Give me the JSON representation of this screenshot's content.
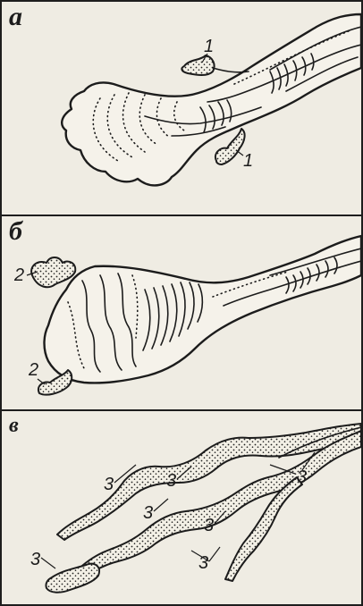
{
  "panels": {
    "a": {
      "letter": "а",
      "labels": [
        "1",
        "1"
      ]
    },
    "b": {
      "letter": "б",
      "labels": [
        "2",
        "2"
      ]
    },
    "c": {
      "letter": "в",
      "labels": [
        "3",
        "3",
        "3",
        "3",
        "3",
        "3",
        "3"
      ]
    }
  }
}
